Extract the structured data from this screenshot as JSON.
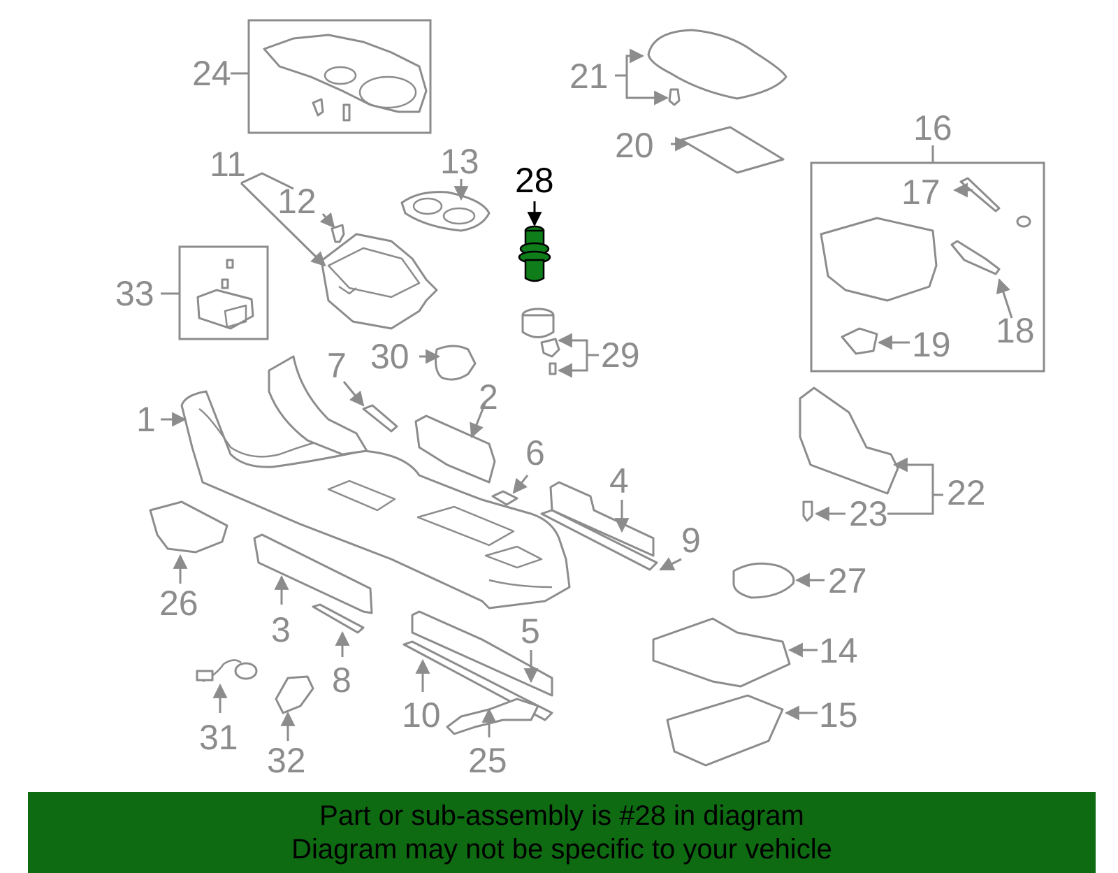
{
  "diagram": {
    "highlighted_part": "28",
    "highlight_color": "#0f7d1a",
    "callouts": {
      "c1": "1",
      "c2": "2",
      "c3": "3",
      "c4": "4",
      "c5": "5",
      "c6": "6",
      "c7": "7",
      "c8": "8",
      "c9": "9",
      "c10": "10",
      "c11": "11",
      "c12": "12",
      "c13": "13",
      "c14": "14",
      "c15": "15",
      "c16": "16",
      "c17": "17",
      "c18": "18",
      "c19": "19",
      "c20": "20",
      "c21": "21",
      "c22": "22",
      "c23": "23",
      "c24": "24",
      "c25": "25",
      "c26": "26",
      "c27": "27",
      "c28": "28",
      "c29": "29",
      "c30": "30",
      "c31": "31",
      "c32": "32",
      "c33": "33"
    }
  },
  "banner": {
    "line1": "Part or sub-assembly is #28 in diagram",
    "line2": "Diagram may not be specific to your vehicle",
    "background": "#0f6b12"
  }
}
